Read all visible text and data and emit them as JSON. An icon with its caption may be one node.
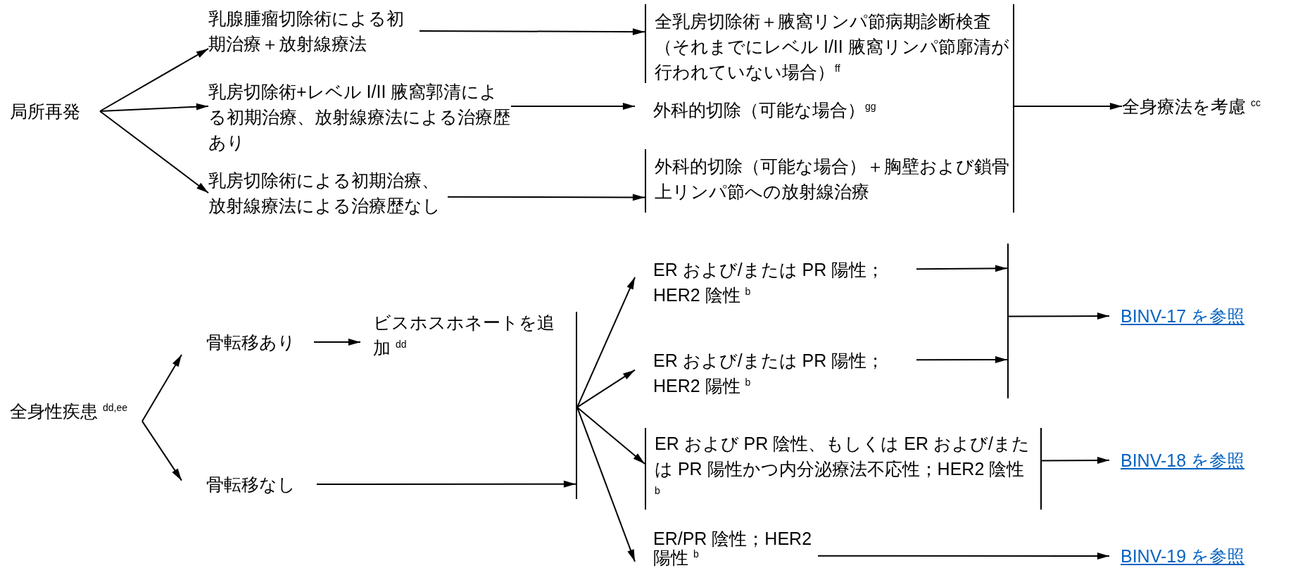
{
  "diagram": {
    "nodes": [
      {
        "text": [
          "局所再発"
        ]
      },
      {
        "text": [
          "乳腺腫瘤切除術による初期治療＋放射線療法"
        ]
      },
      {
        "text": [
          "乳房切除術+レベル I/II 腋窩郭清による初期治療、放射線療法による治療歴あり"
        ]
      },
      {
        "text": [
          "乳房切除術による初期治療、放射線療法による治療歴なし"
        ]
      },
      {
        "text": [
          "全乳房切除術＋腋窩リンパ節病期診断検査（それまでにレベル I/II 腋窩リンパ節廓清が行われていない場合）$^{ff}$"
        ]
      },
      {
        "text": [
          "外科的切除（可能な場合）$^{gg}$"
        ]
      },
      {
        "text": [
          "外科的切除（可能な場合）＋胸壁および鎖骨上リンパ節への放射線治療"
        ]
      },
      {
        "text": [],
        "shape": "bar"
      },
      {
        "text": [
          "全身療法を考慮 $^{cc}$"
        ]
      },
      {
        "text": [
          "全身性疾患 $^{dd,ee}$"
        ]
      },
      {
        "text": [
          "骨転移あり"
        ]
      },
      {
        "text": [
          "ビスホスホネートを追加 $^{dd}$"
        ]
      },
      {
        "text": [
          "骨転移なし"
        ]
      },
      {
        "text": [],
        "shape": "bar"
      },
      {
        "text": [
          "ER および/または PR 陽性；HER2 陰性 $^{b}$"
        ]
      },
      {
        "text": [
          "ER および/または PR 陽性；HER2 陽性 $^{b}$"
        ]
      },
      {
        "text": [
          "ER および PR 陰性、もしくは ER および/または PR 陽性かつ内分泌療法不応性；HER2 陰性 $^{b}$"
        ]
      },
      {
        "text": [
          "ER/PR 陰性；HER2 陽性 $^{b}$"
        ]
      },
      {
        "text": [],
        "shape": "bar"
      },
      {
        "text": [
          "BINV-17 を参照"
        ]
      },
      {
        "text": [
          "BINV-18 を参照"
        ]
      },
      {
        "text": [
          "BINV-19 を参照"
        ]
      }
    ],
    "edges": [
      {
        "from": 0,
        "to": 1,
        "arrow": "to"
      },
      {
        "from": 0,
        "to": 2,
        "arrow": "to"
      },
      {
        "from": 0,
        "to": 3,
        "arrow": "to"
      },
      {
        "from": 1,
        "to": 4,
        "arrow": "to"
      },
      {
        "from": 2,
        "to": 5,
        "arrow": "to"
      },
      {
        "from": 3,
        "to": 6,
        "arrow": "to"
      },
      {
        "from": 7,
        "to": 8,
        "arrow": "to"
      },
      {
        "from": 9,
        "to": 10,
        "arrow": "to"
      },
      {
        "from": 9,
        "to": 12,
        "arrow": "to"
      },
      {
        "from": 10,
        "to": 11,
        "arrow": "to"
      },
      {
        "from": 12,
        "to": 13,
        "arrow": "to"
      },
      {
        "from": 13,
        "to": 14,
        "arrow": "to"
      },
      {
        "from": 13,
        "to": 15,
        "arrow": "to"
      },
      {
        "from": 13,
        "to": 16,
        "arrow": "to"
      },
      {
        "from": 13,
        "to": 17,
        "arrow": "to"
      },
      {
        "from": 14,
        "to": 18,
        "arrow": "to"
      },
      {
        "from": 15,
        "to": 18,
        "arrow": "to"
      },
      {
        "from": 18,
        "to": 19,
        "arrow": "to"
      },
      {
        "from": 16,
        "to": 20,
        "arrow": "to"
      },
      {
        "from": 17,
        "to": 21,
        "arrow": "to"
      }
    ]
  }
}
